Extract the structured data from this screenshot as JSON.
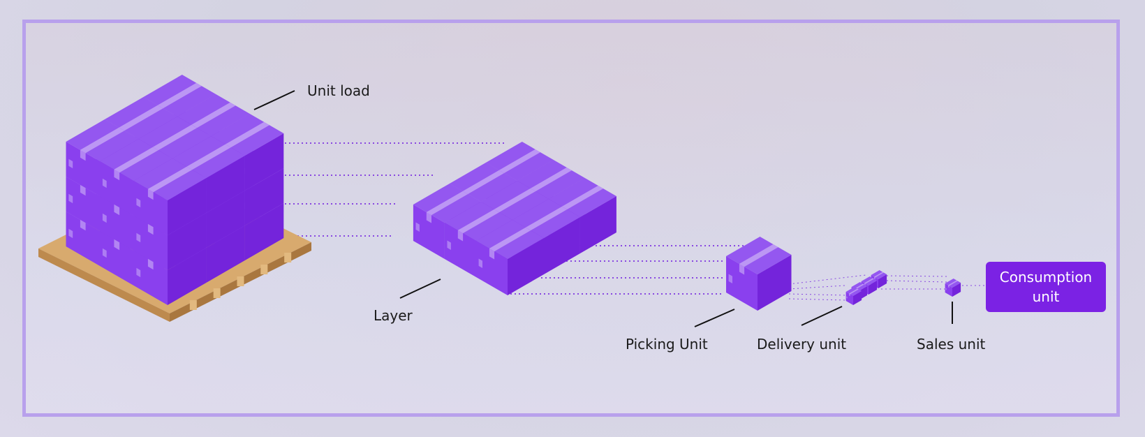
{
  "labels": {
    "unit_load": "Unit load",
    "layer": "Layer",
    "picking_unit": "Picking Unit",
    "delivery_unit": "Delivery unit",
    "sales_unit": "Sales unit",
    "consumption_unit_line1": "Consumption",
    "consumption_unit_line2": "unit"
  },
  "colors": {
    "box_top": "#9457f0",
    "box_left": "#8a40ee",
    "box_right": "#7424db",
    "box_tape": "#c3a2f5",
    "pallet_top": "#d8aa6e",
    "pallet_side": "#bd8a4e",
    "dotted_line": "#7b2fe0",
    "frame_border": "#b8a0ec",
    "consumption_fill": "#7b22e4"
  }
}
